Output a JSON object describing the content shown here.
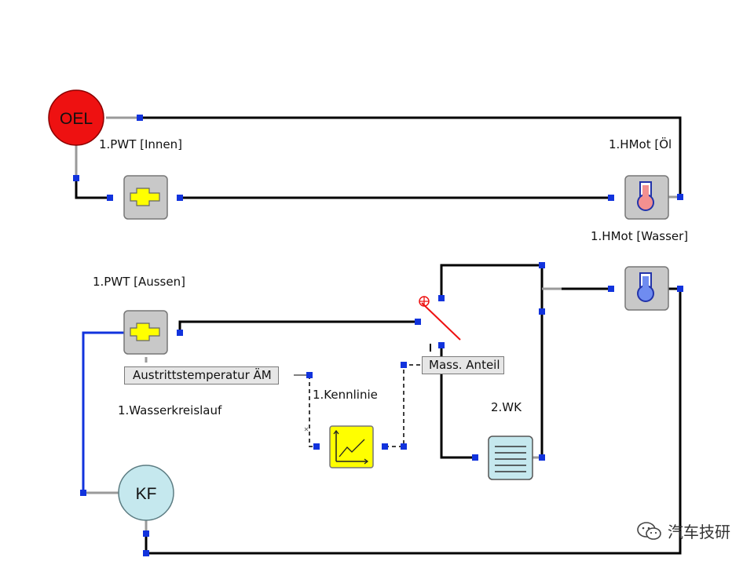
{
  "nodes": {
    "oel": "OEL",
    "kf": "KF"
  },
  "labels": {
    "pwt_innen": "1.PWT [Innen]",
    "hmot_oel": "1.HMot [Öl",
    "hmot_wasser": "1.HMot [Wasser]",
    "pwt_aussen": "1.PWT [Aussen]",
    "austrittstemperatur": "Austrittstemperatur ÄM",
    "kennlinie": "1.Kennlinie",
    "wasserkreislauf": "1.Wasserkreislauf",
    "mass_anteil": "Mass. Anteil",
    "wk": "2.WK"
  },
  "watermark": {
    "text": "汽车技研"
  },
  "colors": {
    "oel_fill": "#ee1111",
    "kf_fill": "#c5e8ee",
    "water_line": "#1133dd",
    "oil_line": "#000000",
    "heat_exchanger_icon": "#ffff00",
    "kennlinie_fill": "#ffff00",
    "wk_fill": "#c5e8ee",
    "port": "#1133dd",
    "valve_red": "#ee1111"
  }
}
